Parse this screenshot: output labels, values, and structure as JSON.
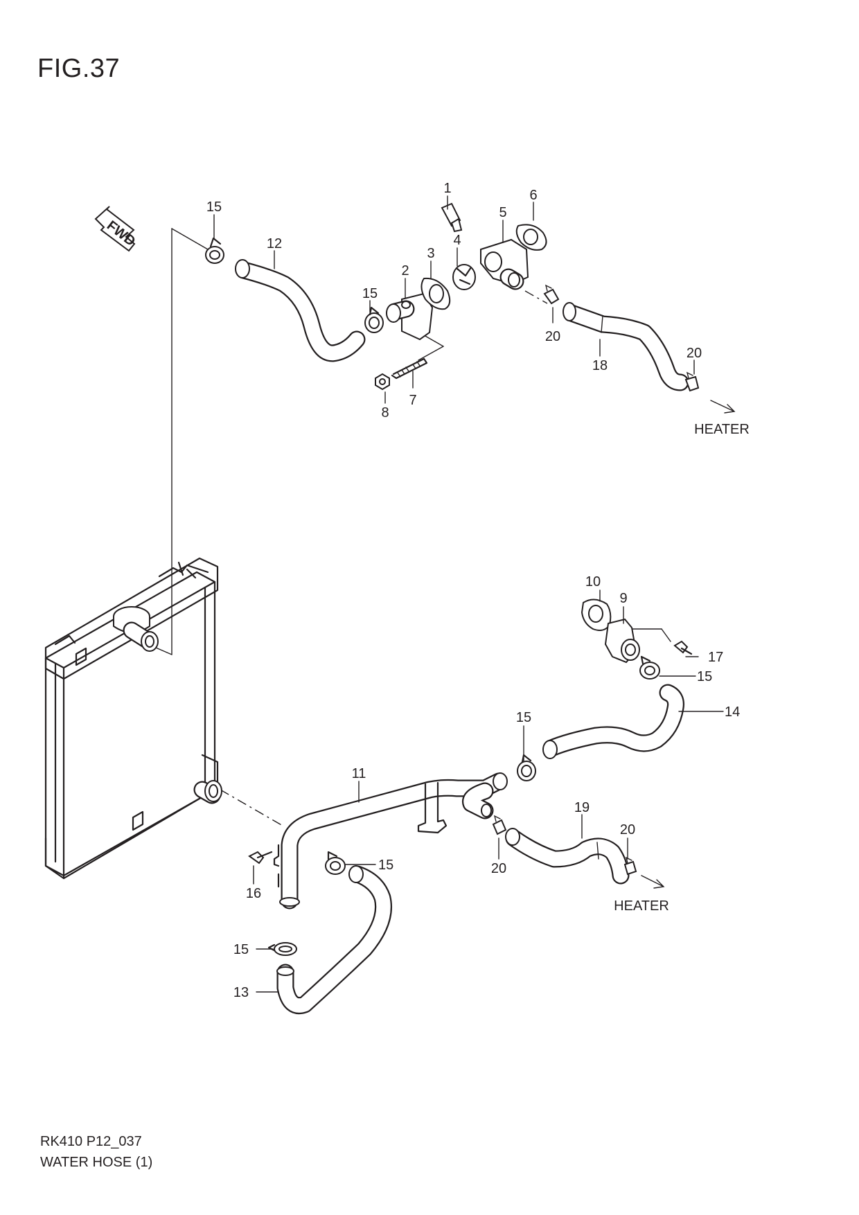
{
  "figure": {
    "title": "FIG.37"
  },
  "footer": {
    "code": "RK410 P12_037",
    "name": "WATER HOSE (1)"
  },
  "direction_marker": {
    "label": "FWD",
    "icon": "forward-arrow-icon"
  },
  "destinations": {
    "heater_upper": "HEATER",
    "heater_lower": "HEATER"
  },
  "callouts": {
    "c1": "1",
    "c2": "2",
    "c3": "3",
    "c4": "4",
    "c5": "5",
    "c6": "6",
    "c7": "7",
    "c8": "8",
    "c9": "9",
    "c10": "10",
    "c11": "11",
    "c12": "12",
    "c13": "13",
    "c14": "14",
    "c15a": "15",
    "c15b": "15",
    "c15c": "15",
    "c15d": "15",
    "c15e": "15",
    "c15f": "15",
    "c16": "16",
    "c17": "17",
    "c18": "18",
    "c19": "19",
    "c20a": "20",
    "c20b": "20",
    "c20c": "20",
    "c20d": "20"
  }
}
